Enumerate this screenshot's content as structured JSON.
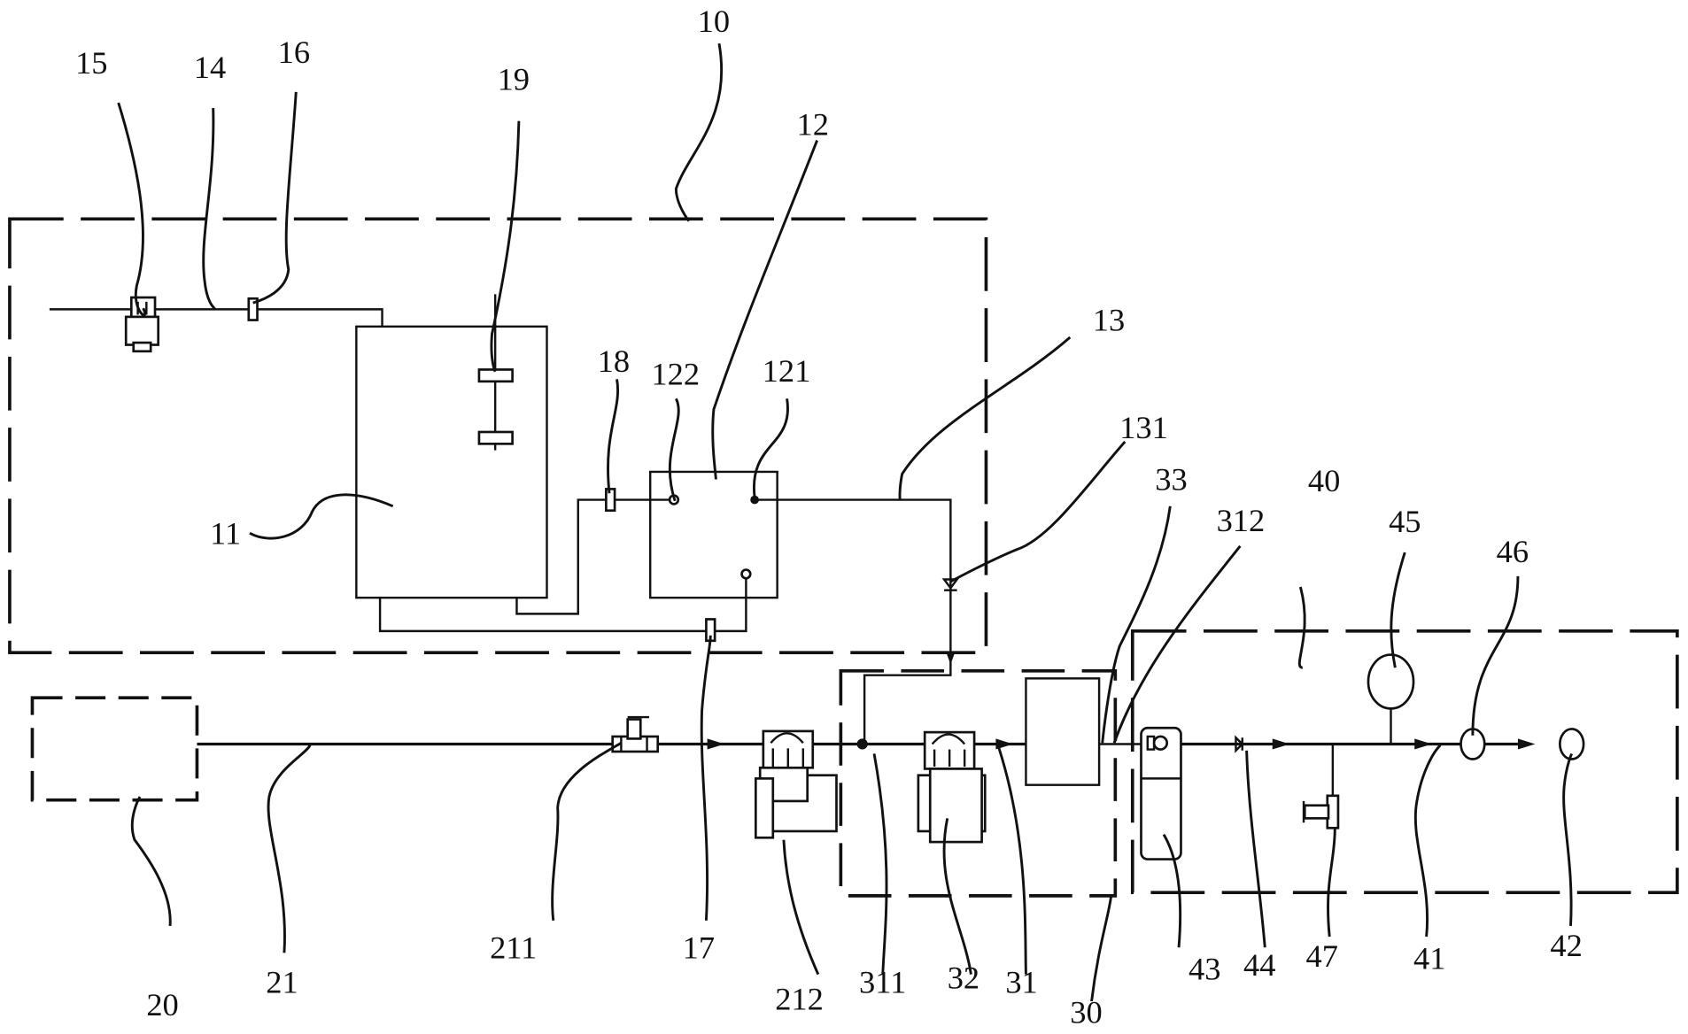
{
  "figure": {
    "type": "patent schematic diagram",
    "colors": {
      "line": "#111111",
      "background": "#ffffff"
    },
    "labels": {
      "l10": "10",
      "l11": "11",
      "l12": "12",
      "l121": "121",
      "l122": "122",
      "l13": "13",
      "l131": "131",
      "l14": "14",
      "l15": "15",
      "l16": "16",
      "l17": "17",
      "l18": "18",
      "l19": "19",
      "l20": "20",
      "l21": "21",
      "l211": "211",
      "l212": "212",
      "l30": "30",
      "l31": "31",
      "l311": "311",
      "l312": "312",
      "l32": "32",
      "l33": "33",
      "l40": "40",
      "l41": "41",
      "l42": "42",
      "l43": "43",
      "l44": "44",
      "l45": "45",
      "l46": "46",
      "l47": "47"
    }
  }
}
